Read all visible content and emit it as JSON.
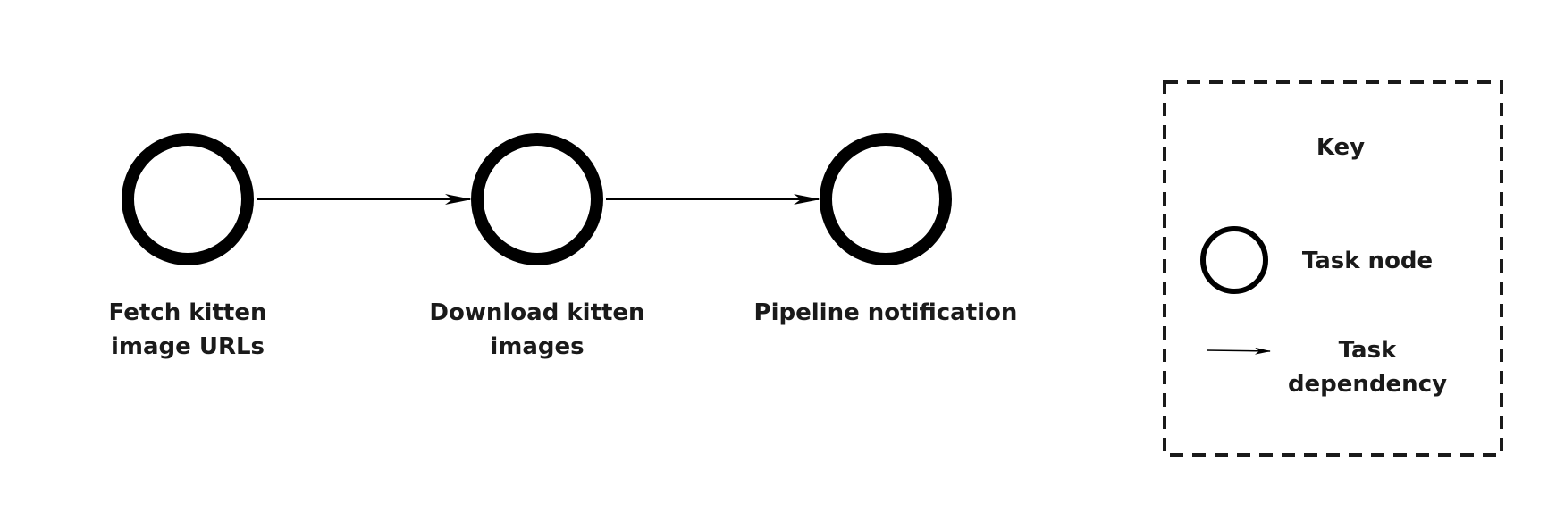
{
  "diagram": {
    "nodes": [
      {
        "id": "fetch",
        "label": "Fetch kitten\nimage URLs"
      },
      {
        "id": "download",
        "label": "Download kitten\nimages"
      },
      {
        "id": "notify",
        "label": "Pipeline notification"
      }
    ],
    "edges": [
      {
        "from": "fetch",
        "to": "download"
      },
      {
        "from": "download",
        "to": "notify"
      }
    ]
  },
  "key": {
    "title": "Key",
    "task_node_label": "Task node",
    "task_dependency_label": "Task\ndependency"
  },
  "colors": {
    "stroke": "#000000",
    "text": "#1a1a1a",
    "background": "#ffffff"
  }
}
